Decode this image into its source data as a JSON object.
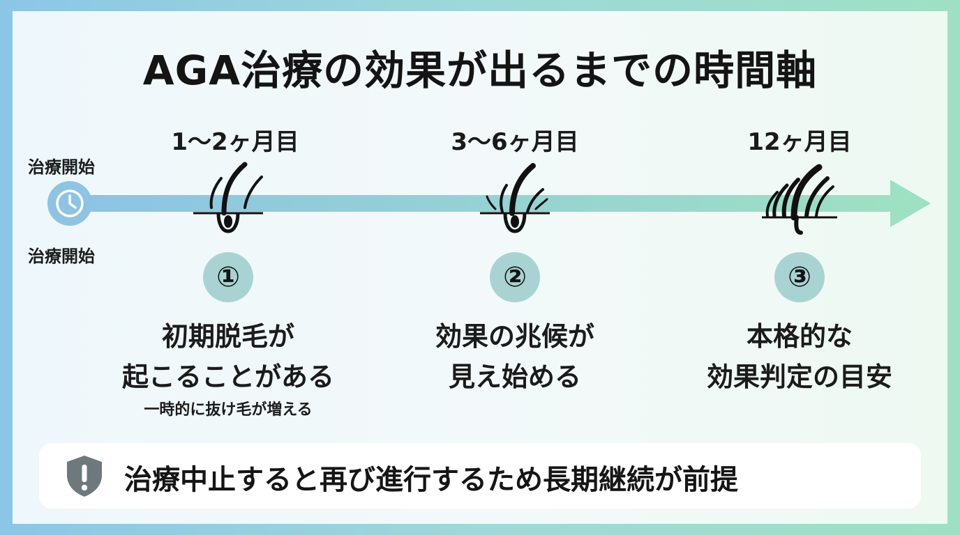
{
  "title": "AGA治療の効果が出るまでの時間軸",
  "start_label_top": "治療開始",
  "start_label_bottom": "治療開始",
  "milestones": [
    {
      "period": "1〜2ヶ月目",
      "number": "①",
      "description_line1": "初期脱毛が",
      "description_line2": "起こることがある",
      "note": "一時的に抜け毛が増える"
    },
    {
      "period": "3〜6ヶ月目",
      "number": "②",
      "description_line1": "効果の兆候が",
      "description_line2": "見え始める"
    },
    {
      "period": "12ヶ月目",
      "number": "③",
      "description_line1": "本格的な",
      "description_line2": "効果判定の目安"
    }
  ],
  "warning": "治療中止すると再び進行するため長期継続が前提",
  "icons": [
    "clock-icon",
    "hair-follicle-icon",
    "shield-exclamation-icon"
  ],
  "colors": {
    "timeline_start": "#8cc4e4",
    "timeline_end": "#9ee0c2",
    "badge": "#a9d3d3",
    "shield": "#6f787d"
  }
}
